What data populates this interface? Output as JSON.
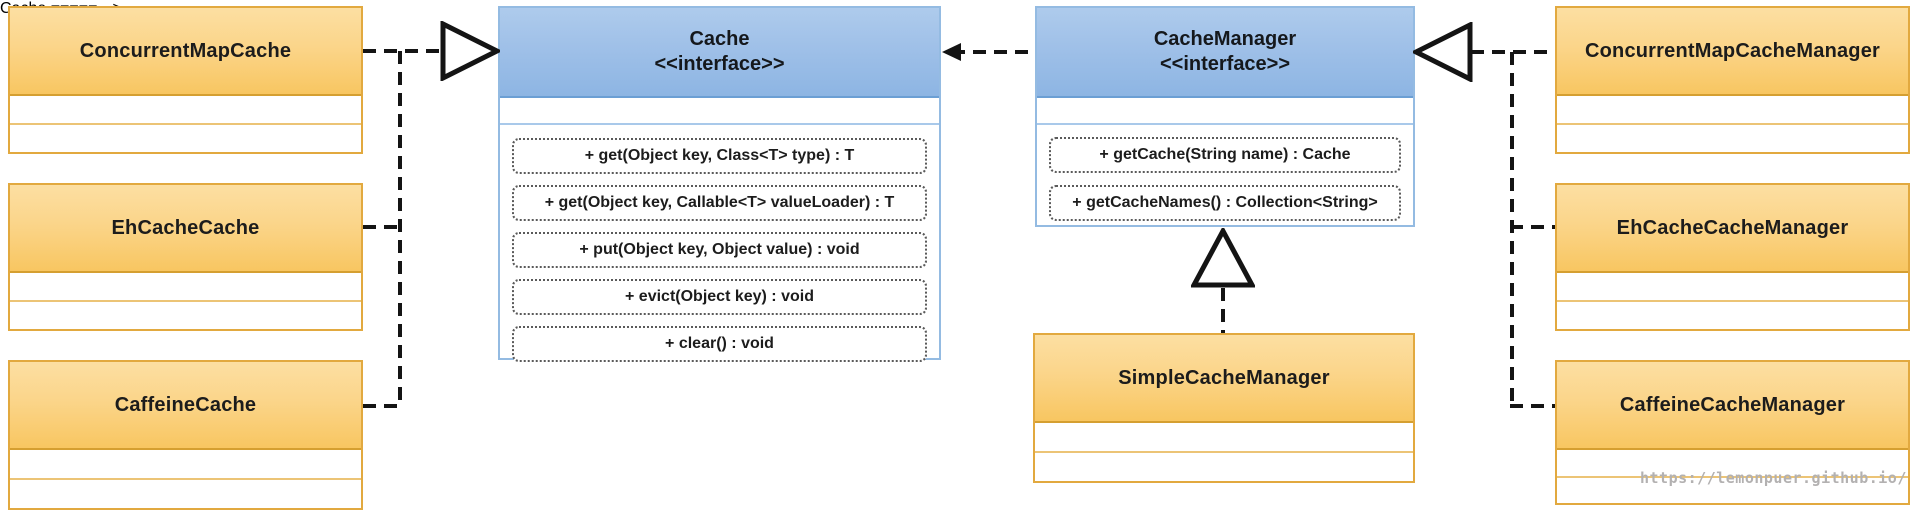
{
  "classes": {
    "left": [
      {
        "name": "ConcurrentMapCache"
      },
      {
        "name": "EhCacheCache"
      },
      {
        "name": "CaffeineCache"
      }
    ],
    "right": [
      {
        "name": "ConcurrentMapCacheManager"
      },
      {
        "name": "EhCacheCacheManager"
      },
      {
        "name": "CaffeineCacheManager"
      }
    ],
    "bottom": {
      "name": "SimpleCacheManager"
    }
  },
  "interfaces": {
    "cache": {
      "name": "Cache",
      "stereotype": "<<interface>>",
      "methods": [
        "+ get(Object key, Class<T> type) : T",
        "+ get(Object key, Callable<T> valueLoader) : T",
        "+ put(Object key, Object value) : void",
        "+ evict(Object key) : void",
        "+ clear() : void"
      ]
    },
    "cache_manager": {
      "name": "CacheManager",
      "stereotype": "<<interface>>",
      "methods": [
        "+ getCache(String name) : Cache",
        "+ getCacheNames() : Collection<String>"
      ]
    }
  },
  "relationships": [
    {
      "from": "ConcurrentMapCache",
      "to": "Cache",
      "type": "realization"
    },
    {
      "from": "EhCacheCache",
      "to": "Cache",
      "type": "realization"
    },
    {
      "from": "CaffeineCache",
      "to": "Cache",
      "type": "realization"
    },
    {
      "from": "CacheManager",
      "to": "Cache",
      "type": "dependency"
    },
    {
      "from": "SimpleCacheManager",
      "to": "CacheManager",
      "type": "realization"
    },
    {
      "from": "ConcurrentMapCacheManager",
      "to": "CacheManager",
      "type": "realization"
    },
    {
      "from": "EhCacheCacheManager",
      "to": "CacheManager",
      "type": "realization"
    },
    {
      "from": "CaffeineCacheManager",
      "to": "CacheManager",
      "type": "realization"
    }
  ],
  "watermark": "https://lemonpuer.github.io/",
  "colors": {
    "class_fill_top": "#fcdfa2",
    "class_fill_bottom": "#f8c661",
    "class_border": "#e2a93f",
    "interface_fill_top": "#aecbec",
    "interface_fill_bottom": "#8db5e3",
    "interface_border": "#94bbe2",
    "connector": "#141414",
    "watermark_gray": "#b3b1b1"
  }
}
